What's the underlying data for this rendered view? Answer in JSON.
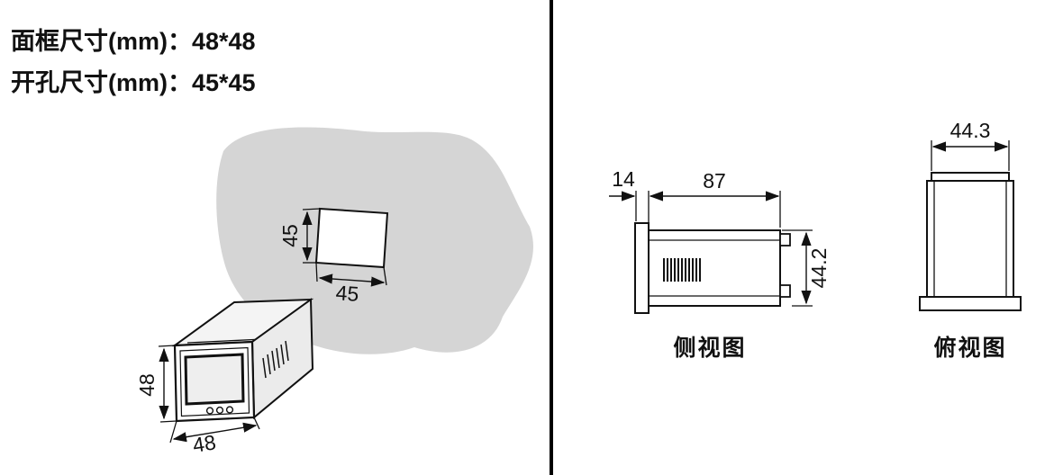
{
  "header": {
    "line1": "面框尺寸(mm)：48*48",
    "line2": "开孔尺寸(mm)：45*45"
  },
  "panel_cutout": {
    "height": "45",
    "width": "45"
  },
  "meter_3d": {
    "height": "48",
    "width": "48"
  },
  "side_view": {
    "label": "侧视图",
    "flange_depth": "14",
    "body_length": "87",
    "height": "44.2"
  },
  "top_view": {
    "label": "俯视图",
    "width": "44.3"
  },
  "colors": {
    "panel_gray": "#d5d5d5",
    "line": "#111111"
  }
}
